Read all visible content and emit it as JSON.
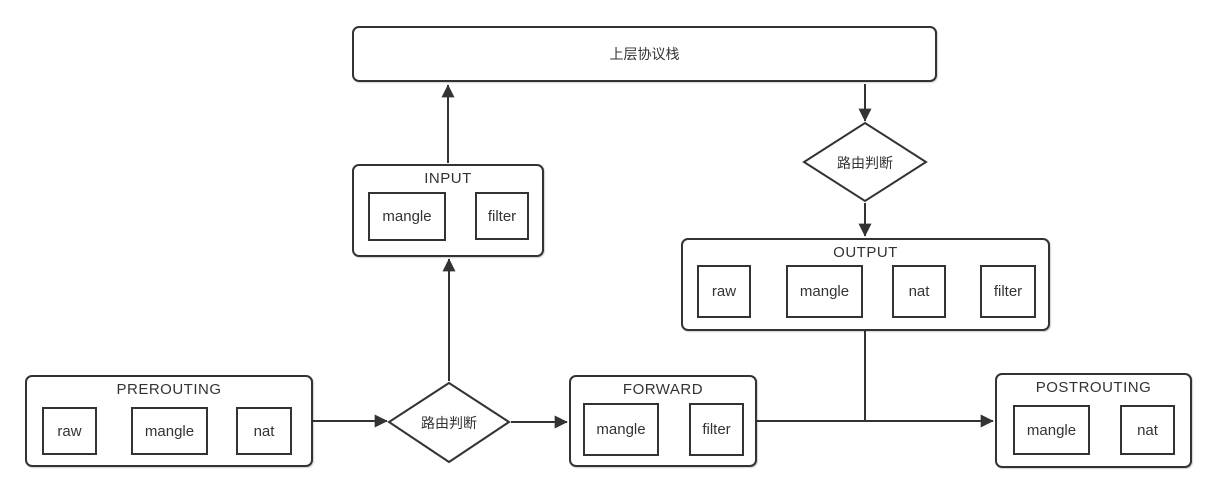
{
  "colors": {
    "line": "#333333",
    "text": "#333333",
    "background": "#ffffff"
  },
  "protocol_stack": {
    "label": "上层协议栈"
  },
  "routing_decisions": {
    "upper": {
      "label": "路由判断"
    },
    "lower": {
      "label": "路由判断"
    }
  },
  "chains": {
    "prerouting": {
      "label": "PREROUTING",
      "tables": [
        "raw",
        "mangle",
        "nat"
      ]
    },
    "input": {
      "label": "INPUT",
      "tables": [
        "mangle",
        "filter"
      ]
    },
    "forward": {
      "label": "FORWARD",
      "tables": [
        "mangle",
        "filter"
      ]
    },
    "output": {
      "label": "OUTPUT",
      "tables": [
        "raw",
        "mangle",
        "nat",
        "filter"
      ]
    },
    "postrouting": {
      "label": "POSTROUTING",
      "tables": [
        "mangle",
        "nat"
      ]
    }
  }
}
